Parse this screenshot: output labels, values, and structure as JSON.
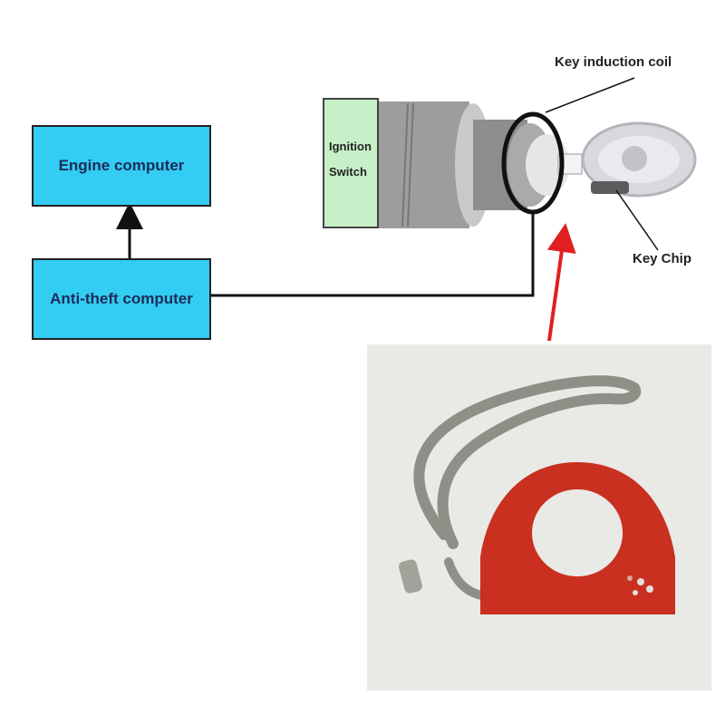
{
  "boxes": {
    "engine": "Engine computer",
    "antitheft": "Anti-theft computer"
  },
  "switch": {
    "line1": "Ignition",
    "line2": "Switch"
  },
  "labels": {
    "coil": "Key induction coil",
    "chip": "Key Chip"
  },
  "colors": {
    "box_fill": "#33ccf2",
    "switch_fill": "#c8f0c8",
    "arrow_red": "#e02020",
    "pcb_red": "#c9301f"
  }
}
